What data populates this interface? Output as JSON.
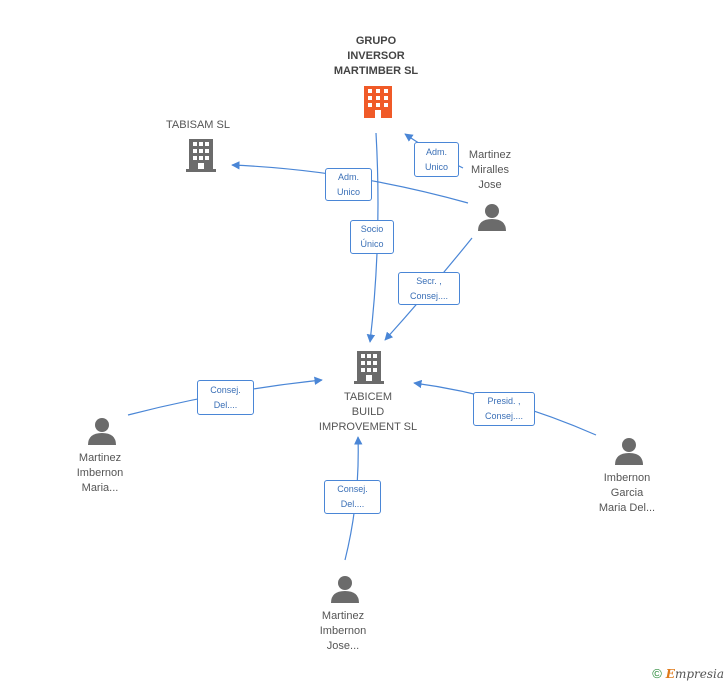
{
  "nodes": {
    "grupo": {
      "label": "GRUPO\nINVERSOR\nMARTIMBER SL",
      "type": "company-highlight"
    },
    "tabisam": {
      "label": "TABISAM SL",
      "type": "company"
    },
    "tabicem": {
      "label": "TABICEM\nBUILD\nIMPROVEMENT SL",
      "type": "company"
    },
    "miralles": {
      "label": "Martinez\nMiralles\nJose",
      "type": "person"
    },
    "maria_imb": {
      "label": "Martinez\nImbernon\nMaria...",
      "type": "person"
    },
    "garcia": {
      "label": "Imbernon\nGarcia\nMaria Del...",
      "type": "person"
    },
    "jose_imb": {
      "label": "Martinez\nImbernon\nJose...",
      "type": "person"
    }
  },
  "edges": {
    "adm_grupo": "Adm.\nUnico",
    "adm_tabisam": "Adm.\nUnico",
    "socio": "Socio\nÚnico",
    "secr": "Secr. ,\nConsej....",
    "consej_maria": "Consej.\nDel....",
    "presid": "Presid. ,\nConsej....",
    "consej_jose": "Consej.\nDel...."
  },
  "colors": {
    "edge": "#4a86d6",
    "icon": "#6b6b6b",
    "highlight": "#f05a28"
  },
  "footer": {
    "copyright": "©",
    "brand_first": "E",
    "brand_rest": "mpresia"
  }
}
